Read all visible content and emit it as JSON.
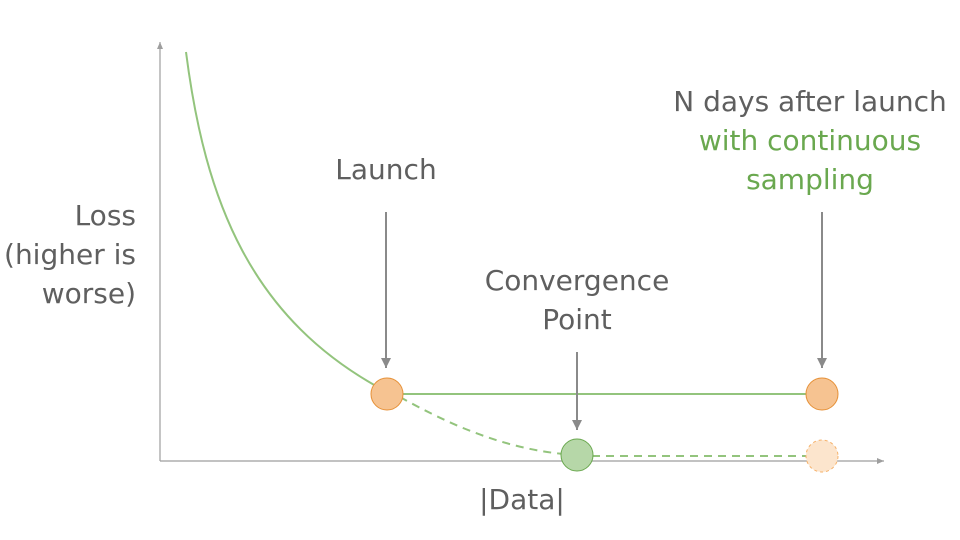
{
  "axes": {
    "y_label_lines": [
      "Loss",
      "(higher is",
      "worse)"
    ],
    "x_label": "|Data|"
  },
  "annotations": {
    "launch": "Launch",
    "convergence_lines": [
      "Convergence",
      "Point"
    ],
    "n_days_line": "N days after launch",
    "continuous_lines": [
      "with continuous",
      "sampling"
    ]
  },
  "colors": {
    "axis": "#9e9e9e",
    "curve": "#93c47d",
    "orange_point": "#f6c391",
    "orange_stroke": "#e69138",
    "green_point": "#b6d7a8",
    "green_stroke": "#6aa84f",
    "faded_point": "#fce5cd",
    "text": "#5f5f5f",
    "highlight_text": "#6aa84f",
    "arrow": "#8a8a8a"
  }
}
